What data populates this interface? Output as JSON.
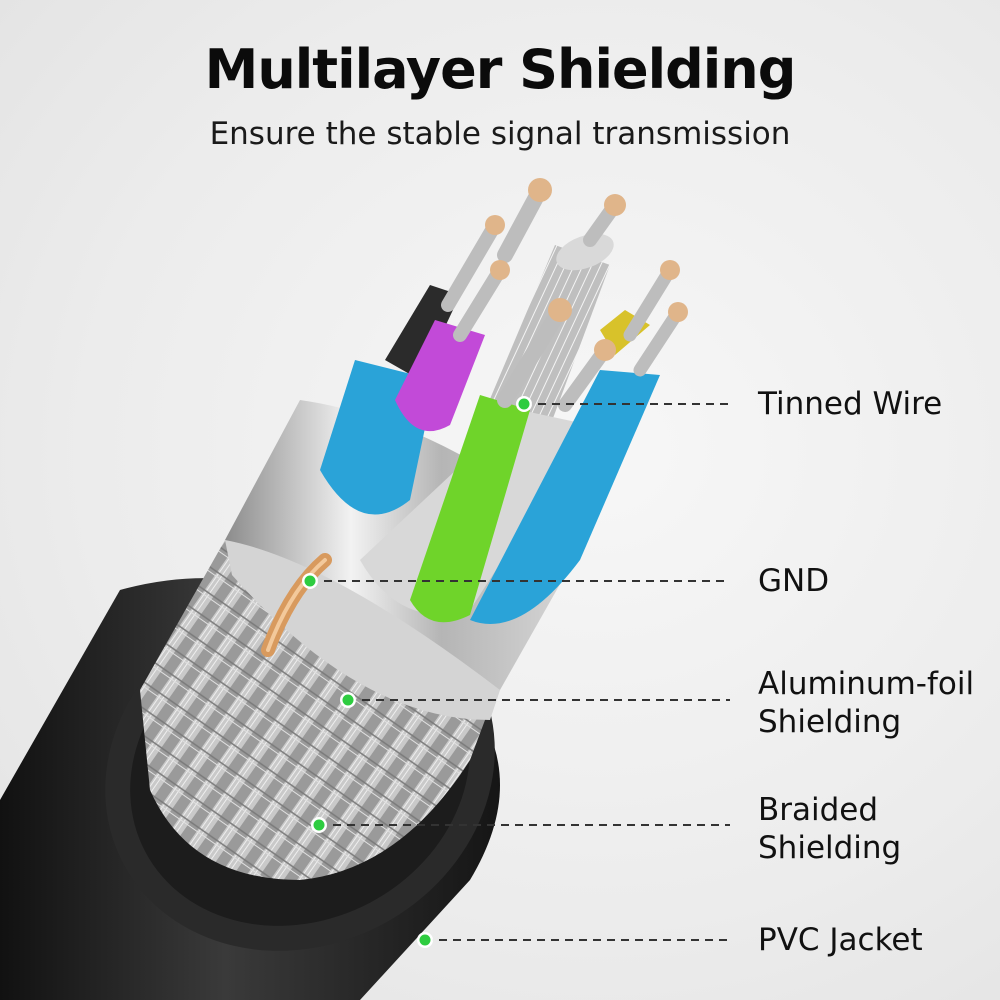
{
  "header": {
    "title": "Multilayer Shielding",
    "subtitle": "Ensure the stable signal transmission"
  },
  "callouts": [
    {
      "id": "tinned-wire",
      "lines": [
        "Tinned Wire"
      ]
    },
    {
      "id": "gnd",
      "lines": [
        "GND"
      ]
    },
    {
      "id": "aluminum-foil",
      "lines": [
        "Aluminum-foil",
        "Shielding"
      ]
    },
    {
      "id": "braided",
      "lines": [
        "Braided",
        "Shielding"
      ]
    },
    {
      "id": "pvc-jacket",
      "lines": [
        "PVC Jacket"
      ]
    }
  ],
  "colors": {
    "dot": "#2ecc40",
    "jacket": "#1e1e1e",
    "wire_blue": "#2aa3d8",
    "wire_magenta": "#c24ad8",
    "wire_green": "#6fd42a",
    "wire_yellow": "#d8c22a",
    "copper": "#d89a5e"
  }
}
